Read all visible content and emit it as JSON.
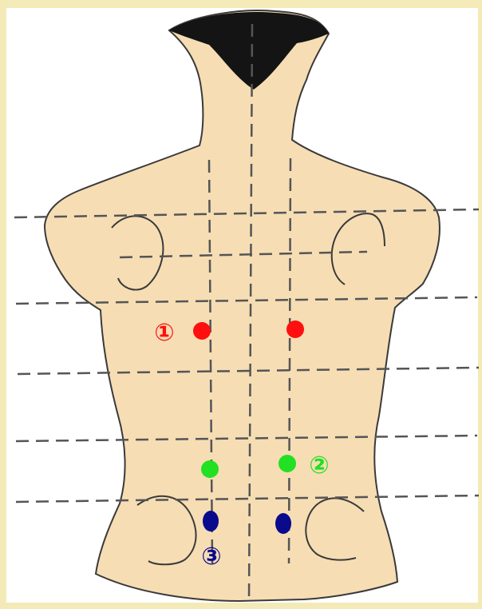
{
  "colors": {
    "frame": "#f3eab8",
    "paper": "#ffffff",
    "skin": "#f6ddb4",
    "hair": "#141414",
    "outline": "#3a3a3a",
    "guide": "#555555",
    "red": "#ff0f0f",
    "green": "#22e022",
    "blue": "#0a0a8c"
  },
  "points": [
    {
      "label": "①",
      "color": "red"
    },
    {
      "label": "②",
      "color": "green"
    },
    {
      "label": "③",
      "color": "blue"
    }
  ]
}
